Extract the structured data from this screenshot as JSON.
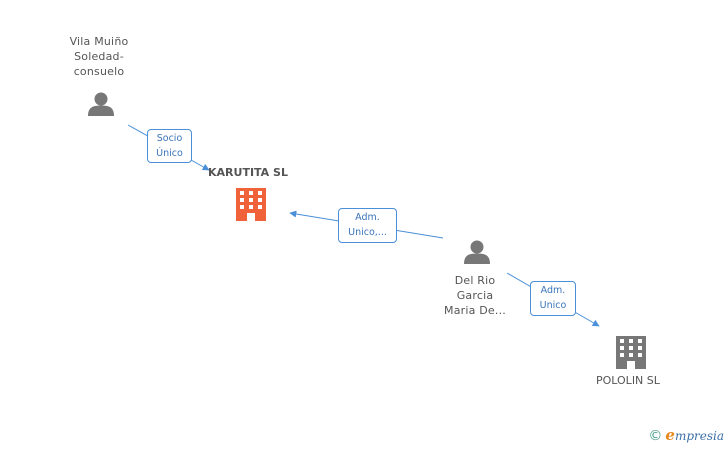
{
  "nodes": {
    "vila": {
      "lines": [
        "Vila Muiño",
        "Soledad-",
        "consuelo"
      ],
      "kind": "person",
      "color": "#777777"
    },
    "karutita": {
      "label": "KARUTITA SL",
      "kind": "company",
      "color": "#f0623a"
    },
    "delrio": {
      "lines": [
        "Del Rio",
        "Garcia",
        "Maria De..."
      ],
      "kind": "person",
      "color": "#777777"
    },
    "pololin": {
      "label": "POLOLIN SL",
      "kind": "company",
      "color": "#777777"
    }
  },
  "edges": {
    "socio": {
      "lines": [
        "Socio",
        "Único"
      ]
    },
    "adm1": {
      "lines": [
        "Adm.",
        "Unico,..."
      ]
    },
    "adm2": {
      "lines": [
        "Adm.",
        "Unico"
      ]
    }
  },
  "colors": {
    "edge": "#4a8fd8"
  },
  "footer": {
    "copyright": "©",
    "brand_first": "e",
    "brand_rest": "mpresia"
  }
}
